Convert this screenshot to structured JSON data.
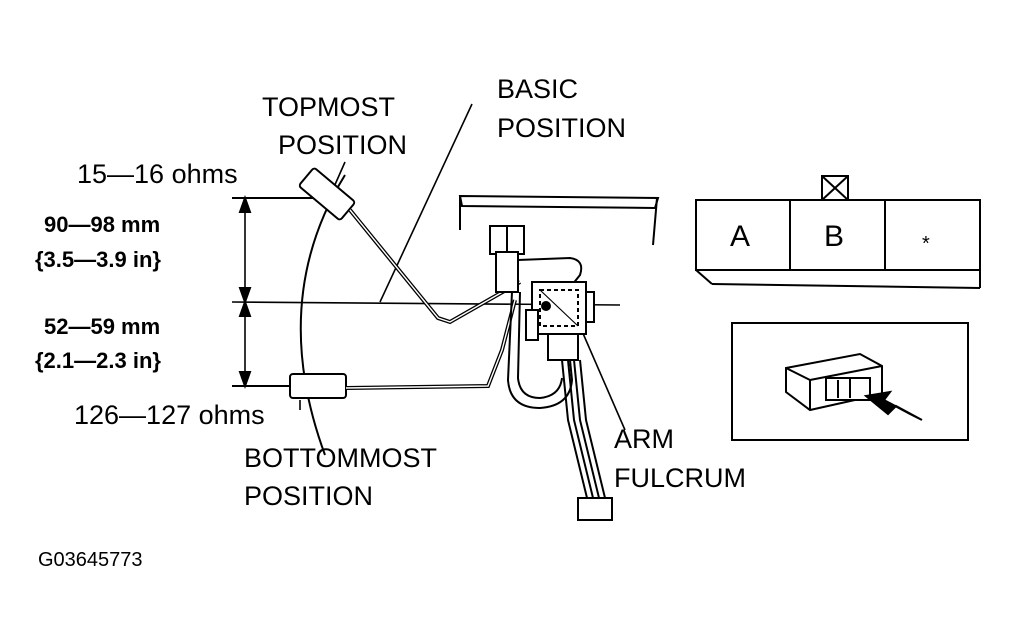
{
  "labels": {
    "topmost": [
      "TOPMOST",
      "POSITION"
    ],
    "basic": [
      "BASIC",
      "POSITION"
    ],
    "bottommost": [
      "BOTTOMMOST",
      "POSITION"
    ],
    "arm_fulcrum": [
      "ARM",
      "FULCRUM"
    ],
    "ohms_top": "15—16 ohms",
    "ohms_bottom": "126—127 ohms",
    "dim_upper": [
      "90—98 mm",
      "{3.5—3.9 in}"
    ],
    "dim_lower": [
      "52—59 mm",
      "{2.1—2.3 in}"
    ]
  },
  "connector": {
    "terminals": [
      "A",
      "B",
      "*"
    ]
  },
  "figure_id": "G03645773"
}
